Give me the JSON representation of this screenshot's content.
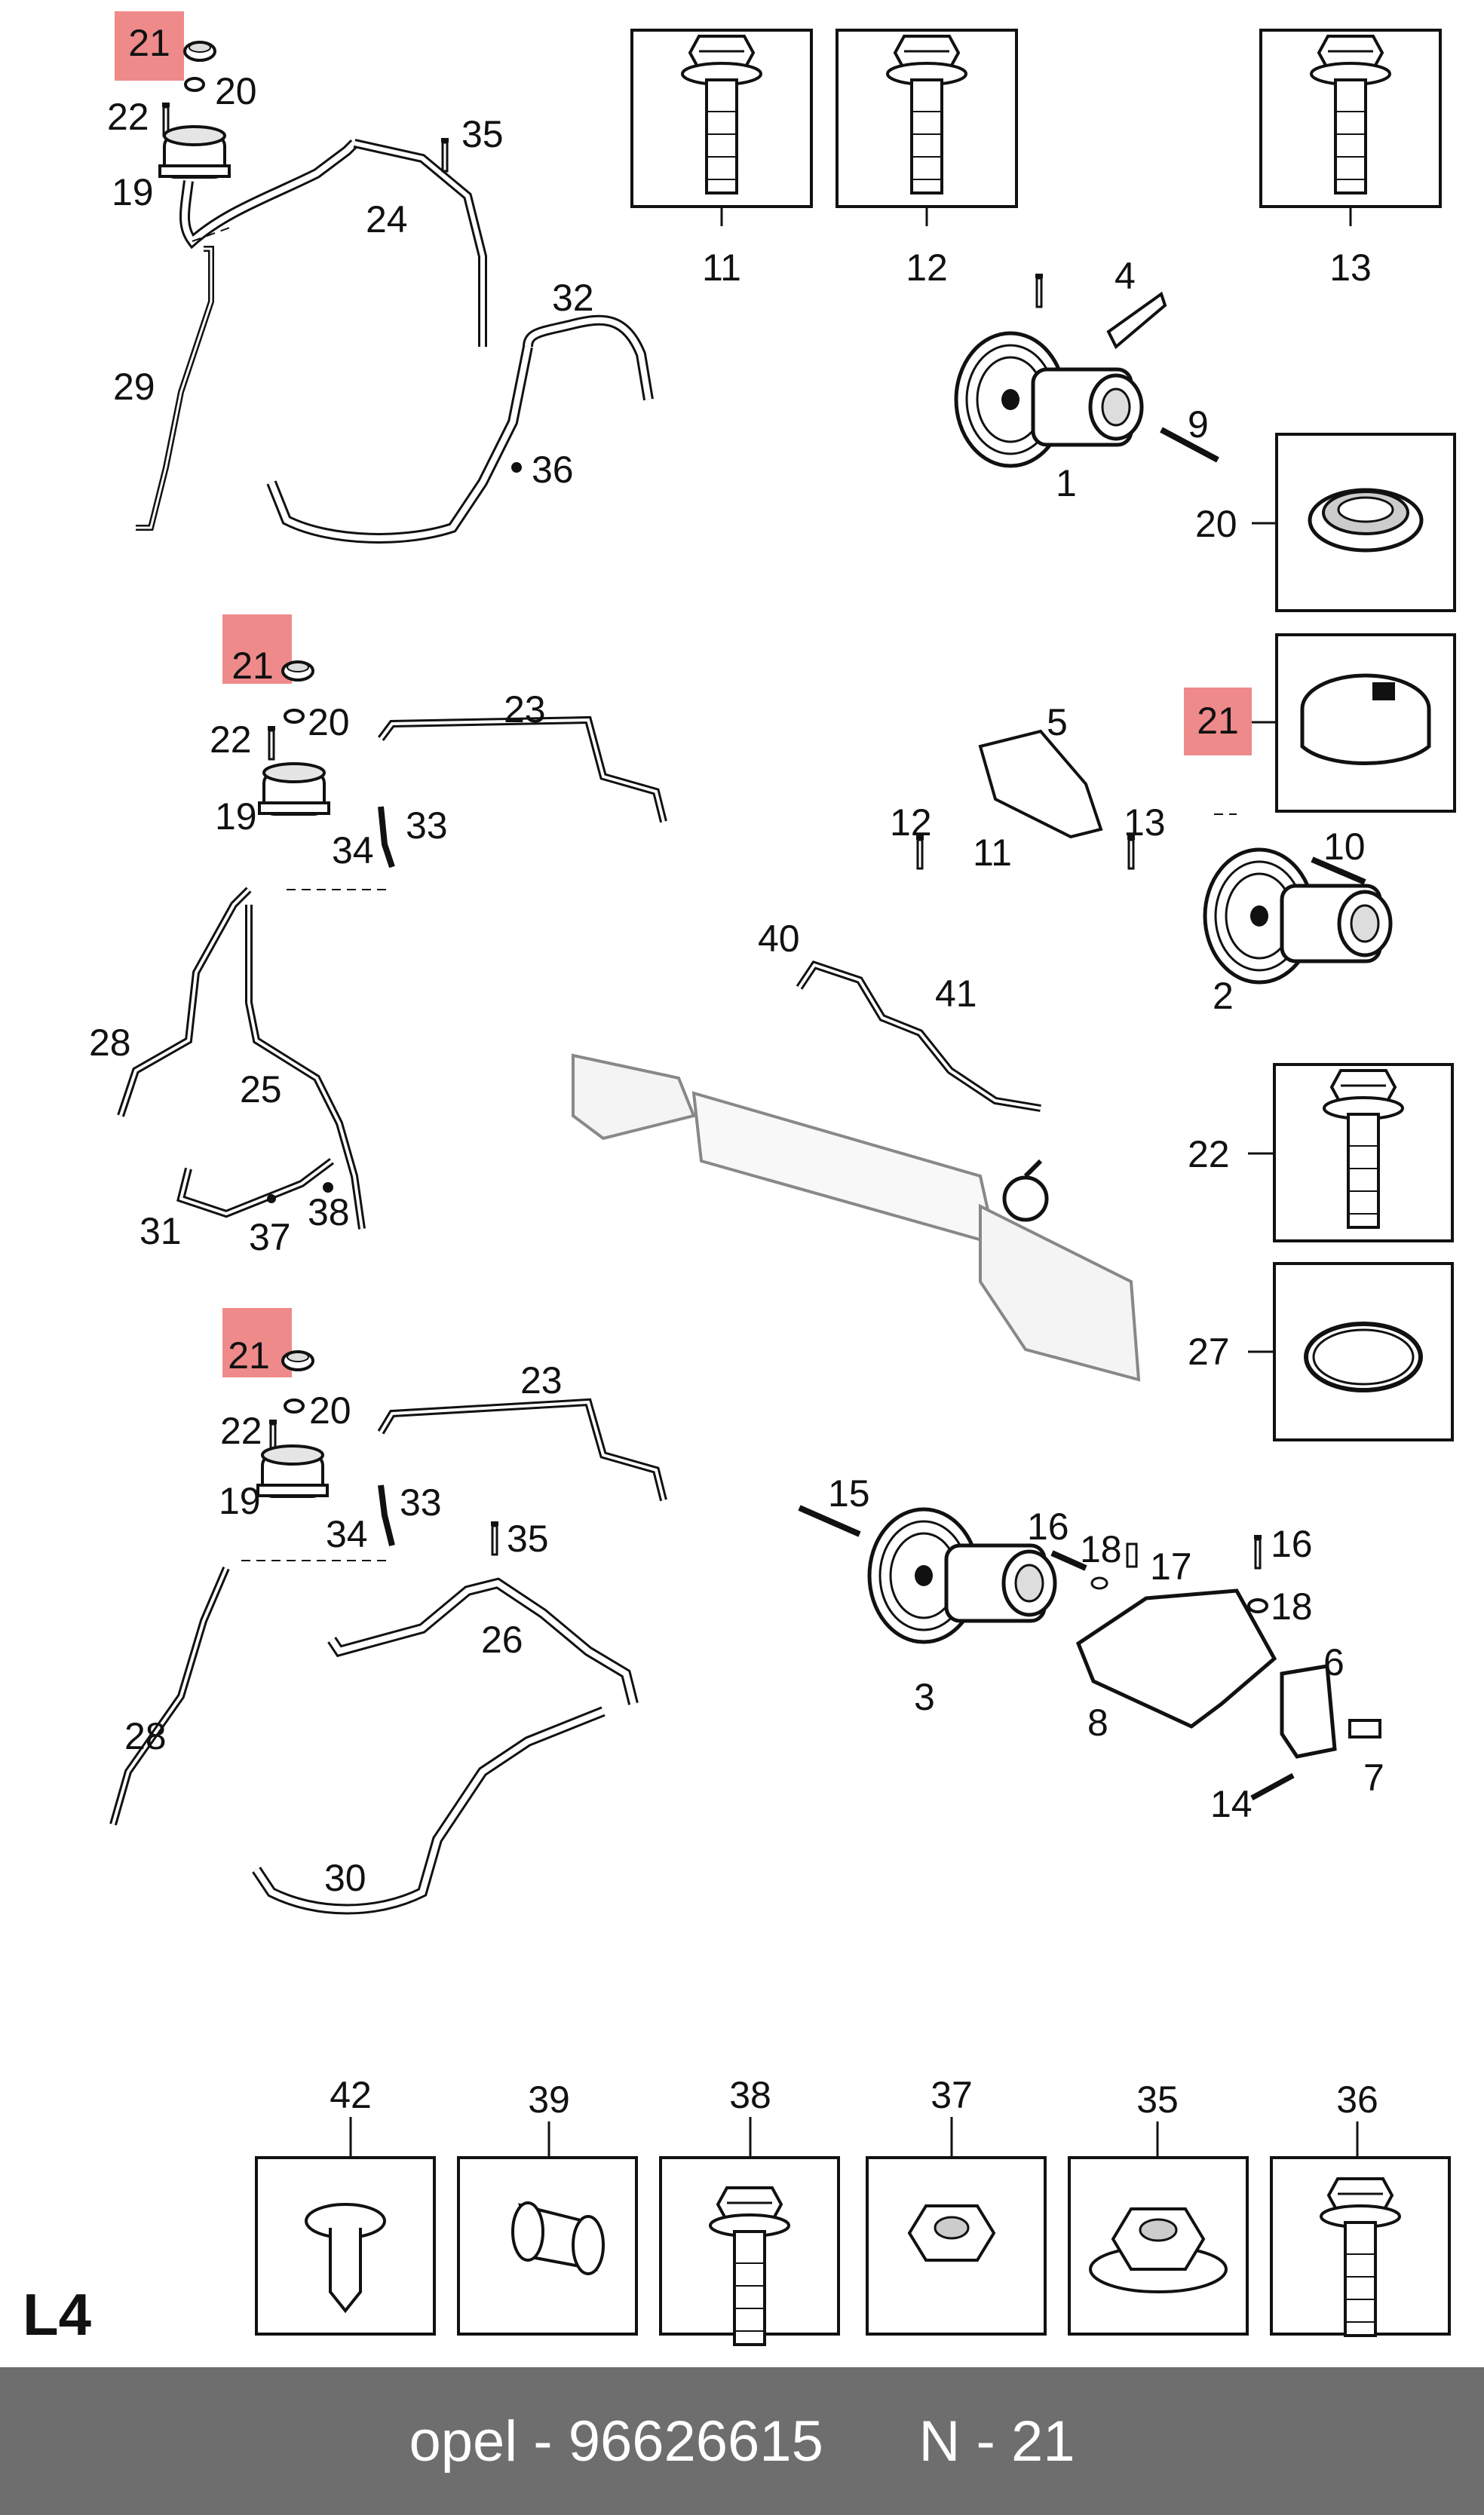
{
  "highlight_color": "#ee8a8a",
  "footer": {
    "brand": "opel",
    "separator": " - ",
    "part_number": "96626615",
    "position": "N - 21"
  },
  "page_code": "L4",
  "callouts": {
    "n1": "1",
    "n2": "2",
    "n3": "3",
    "n4": "4",
    "n5": "5",
    "n6": "6",
    "n7": "7",
    "n8": "8",
    "n9": "9",
    "n10": "10",
    "n11": "11",
    "n12": "12",
    "n13": "13",
    "n14": "14",
    "n15": "15",
    "n16": "16",
    "n17": "17",
    "n18": "18",
    "n19": "19",
    "n20": "20",
    "n21": "21",
    "n22": "22",
    "n23": "23",
    "n24": "24",
    "n25": "25",
    "n26": "26",
    "n27": "27",
    "n28": "28",
    "n29": "29",
    "n30": "30",
    "n31": "31",
    "n32": "32",
    "n33": "33",
    "n34": "34",
    "n35": "35",
    "n36": "36",
    "n37": "37",
    "n38": "38",
    "n39": "39",
    "n40": "40",
    "n41": "41",
    "n42": "42"
  }
}
